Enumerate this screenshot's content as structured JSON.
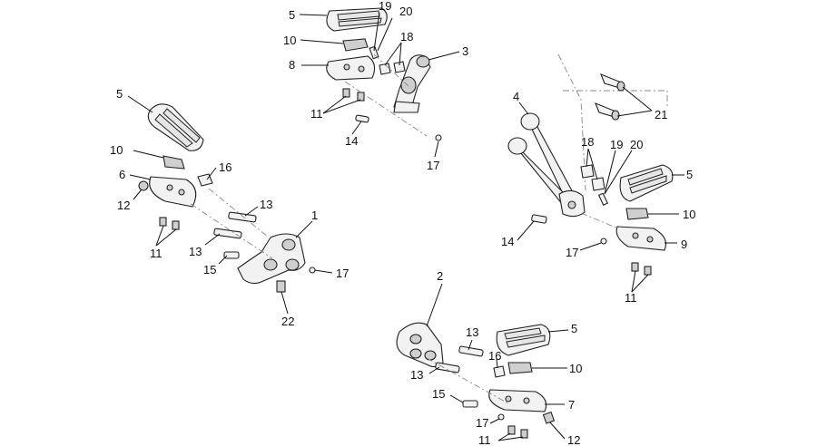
{
  "callouts": {
    "c1": "1",
    "c2": "2",
    "c3": "3",
    "c4": "4",
    "c5a": "5",
    "c5b": "5",
    "c5c": "5",
    "c5d": "5",
    "c6": "6",
    "c7": "7",
    "c8": "8",
    "c9": "9",
    "c10a": "10",
    "c10b": "10",
    "c10c": "10",
    "c10d": "10",
    "c11a": "11",
    "c11b": "11",
    "c11c": "11",
    "c11d": "11",
    "c12a": "12",
    "c12b": "12",
    "c13a": "13",
    "c13b": "13",
    "c13c": "13",
    "c13d": "13",
    "c14a": "14",
    "c14b": "14",
    "c15a": "15",
    "c15b": "15",
    "c16a": "16",
    "c16b": "16",
    "c17a": "17",
    "c17b": "17",
    "c17c": "17",
    "c17d": "17",
    "c18a": "18",
    "c18b": "18",
    "c19a": "19",
    "c19b": "19",
    "c20a": "20",
    "c20b": "20",
    "c21": "21",
    "c22": "22"
  }
}
